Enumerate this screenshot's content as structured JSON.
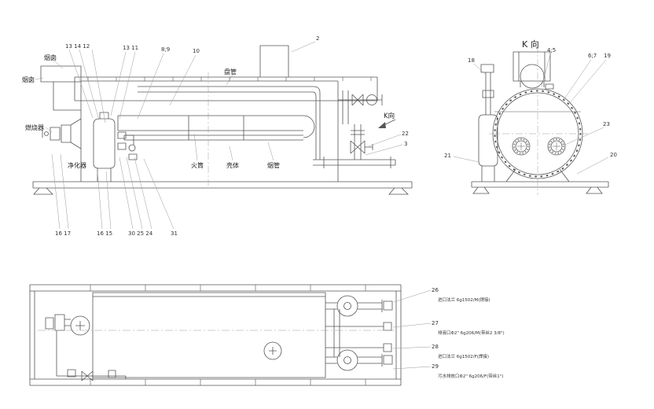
{
  "colors": {
    "background": "#ffffff",
    "line": "#555555",
    "leader": "#999999",
    "text": "#222222"
  },
  "side_view": {
    "labels": {
      "chimney_top": "烟囱",
      "chimney_left": "烟囱",
      "burner": "燃烧器",
      "purifier": "净化器",
      "coil": "盘管",
      "fire_tube": "火筒",
      "shell": "壳体",
      "smoke_tube": "烟管",
      "k_dir": "K向"
    },
    "callouts": {
      "top_left": "13 14 12",
      "top_mid": "13 11",
      "c8_9": "8;9",
      "c10": "10",
      "c2": "2",
      "c22": "22",
      "c3": "3",
      "bottom_1": "16 17",
      "bottom_2": "16 15",
      "bottom_3": "30 25 24",
      "bottom_4": "31"
    }
  },
  "end_view": {
    "title": "K 向",
    "callouts": {
      "c18": "18",
      "c4_5": "4;5",
      "c6_7": "6;7",
      "c19": "19",
      "c23": "23",
      "c21": "21",
      "c20": "20"
    }
  },
  "plan_view": {
    "callouts": {
      "c26": {
        "num": "26",
        "note": "进口法兰 6g1502/M(焊接)"
      },
      "c27": {
        "num": "27",
        "note": "排液口Φ2\" 6g206/M(带丝2 3/8\")"
      },
      "c28": {
        "num": "28",
        "note": "进口法兰 6g1502/F(焊接)"
      },
      "c29": {
        "num": "29",
        "note": "污水排放口Φ2\" 6g206/F(带丝1\")"
      }
    }
  }
}
